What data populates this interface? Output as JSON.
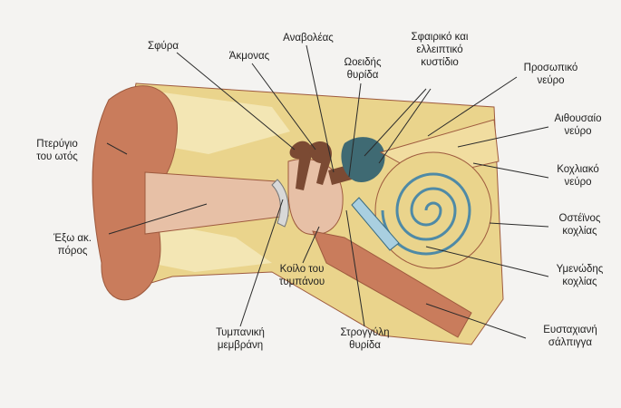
{
  "labels": {
    "sfyra": "Σφύρα",
    "akmonas": "Άκμονας",
    "anavoleas": "Αναβολέας",
    "oeidis": "Ωοειδής\nθυρίδα",
    "sfairiko": "Σφαιρικό και\nελλειπτικό\nκυστίδιο",
    "prosopiko": "Προσωπικό\nνεύρο",
    "aithousaio": "Αιθουσαίο\nνεύρο",
    "kochliako": "Κοχλιακό\nνεύρο",
    "osteinos": "Οστέϊνος\nκοχλίας",
    "ymenodis": "Υμενώδης\nκοχλίας",
    "eustachiani": "Ευσταχιανή\nσάλπιγγα",
    "strongyli": "Στρογγύλη\nθυρίδα",
    "koilo": "Κοίλο του\nτυμπάνου",
    "tympaniki": "Τυμπανική\nμεμβράνη",
    "exo": "Έξω ακ.\nπόρος",
    "pterygio": "Πτερύγιο\nτου ωτός"
  },
  "colors": {
    "skin": "#c97c5c",
    "skin_dark": "#9e5a3e",
    "bone": "#ead48c",
    "bone_light": "#f3e6b4",
    "tissue": "#e7c0a6",
    "cochlea": "#a9cfe0",
    "ossicle": "#7b4a33",
    "nerve": "#f1dda0",
    "vestibule": "#3f6a73",
    "line": "#2a2a2a"
  }
}
